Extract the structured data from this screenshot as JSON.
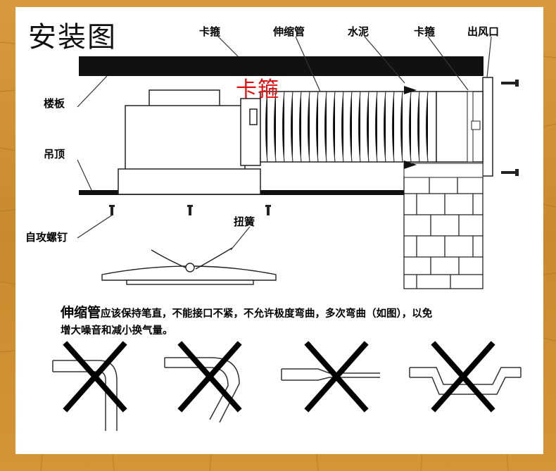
{
  "title": "安装图",
  "labels": {
    "clamp_top_1": "卡箍",
    "flex_pipe": "伸缩管",
    "cement": "水泥",
    "clamp_top_2": "卡箍",
    "outlet": "出风口",
    "floor_slab": "楼板",
    "ceiling": "吊顶",
    "screws": "自攻螺钉",
    "spring": "扭簧",
    "clamp_red": "卡箍"
  },
  "warning": {
    "lead": "伸缩管",
    "line1_rest": "应该保持笔直，不能接口不紧，不允许极度弯曲，多次弯曲（如图），以免",
    "line2": "增大噪音和减小换气量。"
  },
  "colors": {
    "background": "#d08f34",
    "panel": "#ffffff",
    "red_label": "#e01010",
    "ink": "#000000"
  },
  "icons": [
    "cross-mark-icon",
    "cross-mark-icon",
    "cross-mark-icon",
    "cross-mark-icon"
  ]
}
